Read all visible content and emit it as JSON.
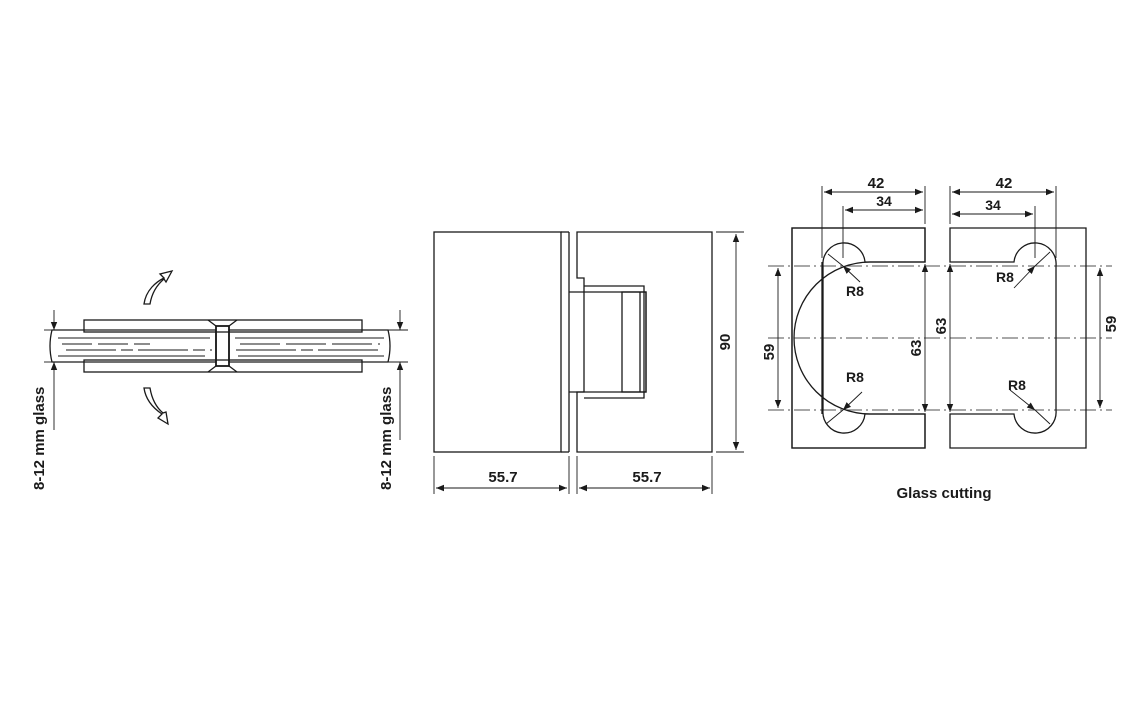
{
  "glass_label_left": "8-12 mm glass",
  "glass_label_right": "8-12 mm glass",
  "width_left": "55.7",
  "width_right": "55.7",
  "height": "90",
  "left_cutout": {
    "width_outer": "42",
    "width_inner": "34",
    "radius_top": "R8",
    "radius_bottom": "R8",
    "inner_height": "59",
    "outer_height": "63"
  },
  "right_cutout": {
    "width_outer": "42",
    "width_inner": "34",
    "radius_top": "R8",
    "radius_bottom": "R8",
    "outer_height": "63",
    "inner_height": "59"
  },
  "caption": "Glass cutting"
}
